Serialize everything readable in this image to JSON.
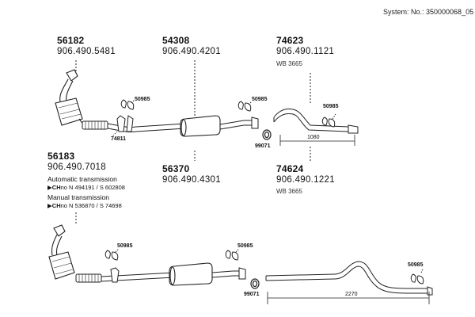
{
  "system_no": "System: No.: 350000068_05",
  "blocks": {
    "b56182": {
      "part": "56182",
      "oem": "906.490.5481"
    },
    "b54308": {
      "part": "54308",
      "oem": "906.490.4201"
    },
    "b74623": {
      "part": "74623",
      "oem": "906.490.1121",
      "wb": "WB 3665"
    },
    "b56183": {
      "part": "56183",
      "oem": "906.490.7018",
      "auto": "Automatic transmission",
      "auto_ch": "CH",
      "auto_ch_rest": "no  N 494191 / S 602808",
      "manual": "Manual transmission",
      "manual_ch": "CH",
      "manual_ch_rest": "no  N 536870 / S 74698"
    },
    "b56370": {
      "part": "56370",
      "oem": "906.490.4301"
    },
    "b74624": {
      "part": "74624",
      "oem": "906.490.1221",
      "wb": "WB 3665"
    }
  },
  "labels": {
    "top_clamp_left": "50985",
    "top_clamp_mid": "50985",
    "top_clamp_right": "50985",
    "top_74811": "74811",
    "top_99071": "99071",
    "top_dim": "1080",
    "bot_clamp_left": "50985",
    "bot_clamp_mid": "50985",
    "bot_clamp_right": "50985",
    "bot_99071": "99071",
    "bot_dim": "2270"
  }
}
